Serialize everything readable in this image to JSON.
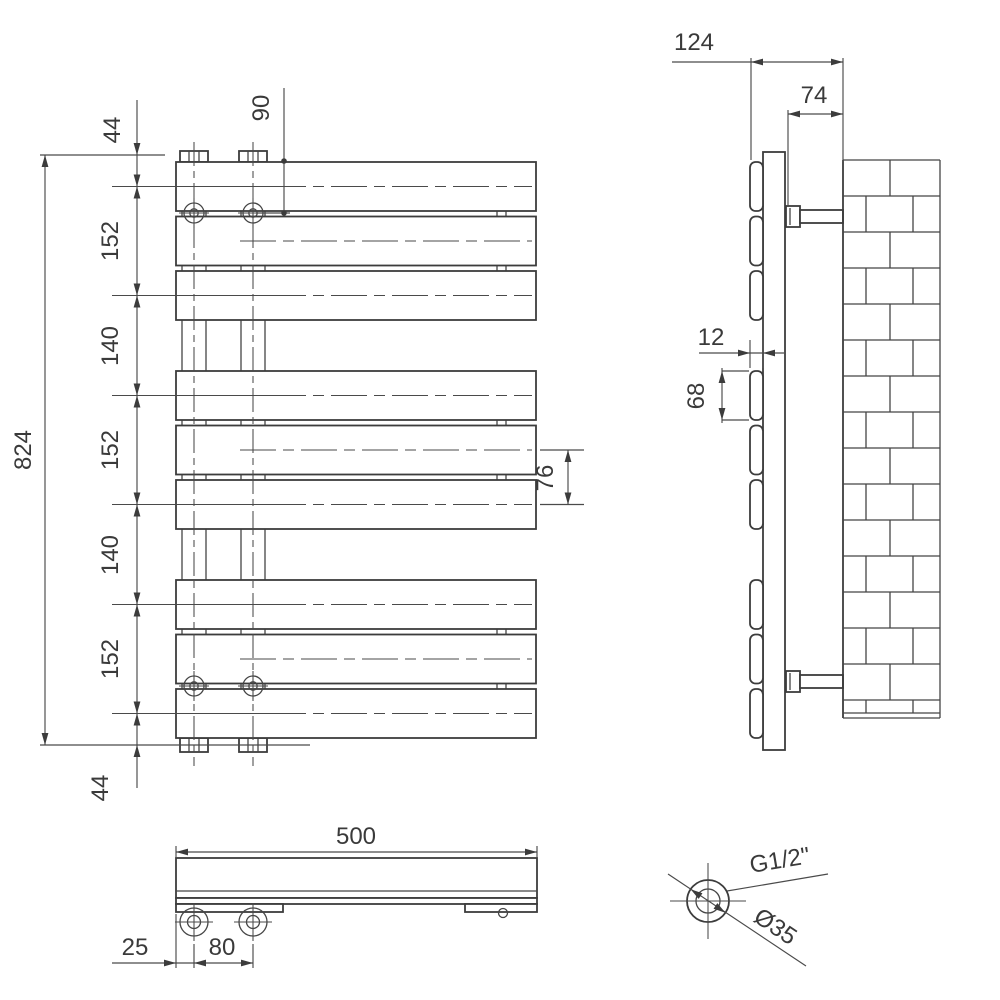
{
  "front_view": {
    "overall_height": "824",
    "height_chain": [
      "44",
      "152",
      "140",
      "152",
      "140",
      "152",
      "44"
    ],
    "bracket_top_offset": "90",
    "panel_pitch": "76"
  },
  "side_view": {
    "overall_depth": "124",
    "wall_to_panel_depth": "74",
    "panel_thickness": "12",
    "panel_face_height": "68"
  },
  "top_view": {
    "overall_width": "500",
    "edge_to_pipe": "25",
    "pipe_centres": "80"
  },
  "detail": {
    "thread_size": "G1/2\"",
    "collar_diameter": "Ø35"
  }
}
